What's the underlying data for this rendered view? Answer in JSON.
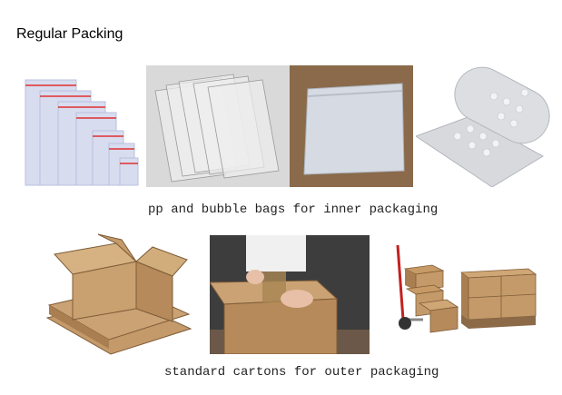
{
  "header": {
    "title": "Regular Packing"
  },
  "sections": {
    "inner": {
      "caption": "pp and bubble bags for inner packaging",
      "images": [
        "zip-lock-bags-photo",
        "pp-bags-stack-photo",
        "pp-bag-photo",
        "bubble-wrap-roll-photo"
      ]
    },
    "outer": {
      "caption": "standard cartons for outer packaging",
      "images": [
        "open-cartons-photo",
        "taping-carton-photo",
        "carton-pallet-photo"
      ]
    }
  }
}
